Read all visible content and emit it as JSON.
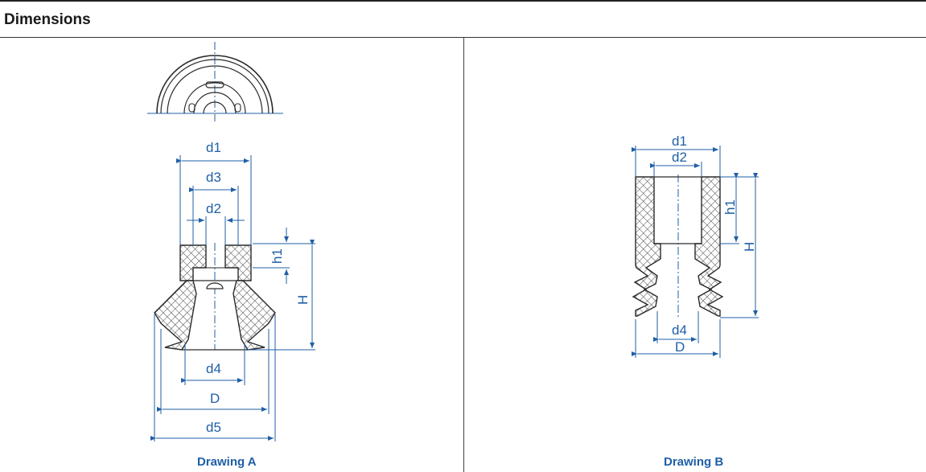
{
  "header": {
    "title": "Dimensions"
  },
  "drawing_a": {
    "caption": "Drawing A",
    "labels": {
      "d1": "d1",
      "d3": "d3",
      "d2": "d2",
      "h1": "h1",
      "H": "H",
      "d4": "d4",
      "D": "D",
      "d5": "d5"
    }
  },
  "drawing_b": {
    "caption": "Drawing B",
    "labels": {
      "d1": "d1",
      "d2": "d2",
      "h1": "h1",
      "H": "H",
      "d4": "d4",
      "D": "D"
    }
  },
  "colors": {
    "dimension": "#1f5fa6",
    "outline": "#2a2a2a",
    "hatch": "#555555"
  }
}
